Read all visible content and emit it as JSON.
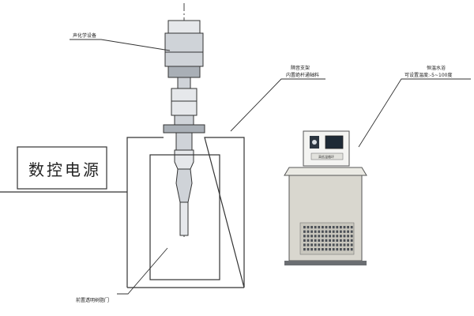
{
  "labels": {
    "sonochemical_device": "声化学设备",
    "isolation_bracket": "隔音支架",
    "bracket_note": "内置绝杆通轴料",
    "water_bath": "恒温水浴",
    "bath_range": "可设置温度:-5~100度",
    "cnc_power": "数控电源",
    "front_door": "前置透明树脂门"
  },
  "bath_panel_text": "高低温循环"
}
